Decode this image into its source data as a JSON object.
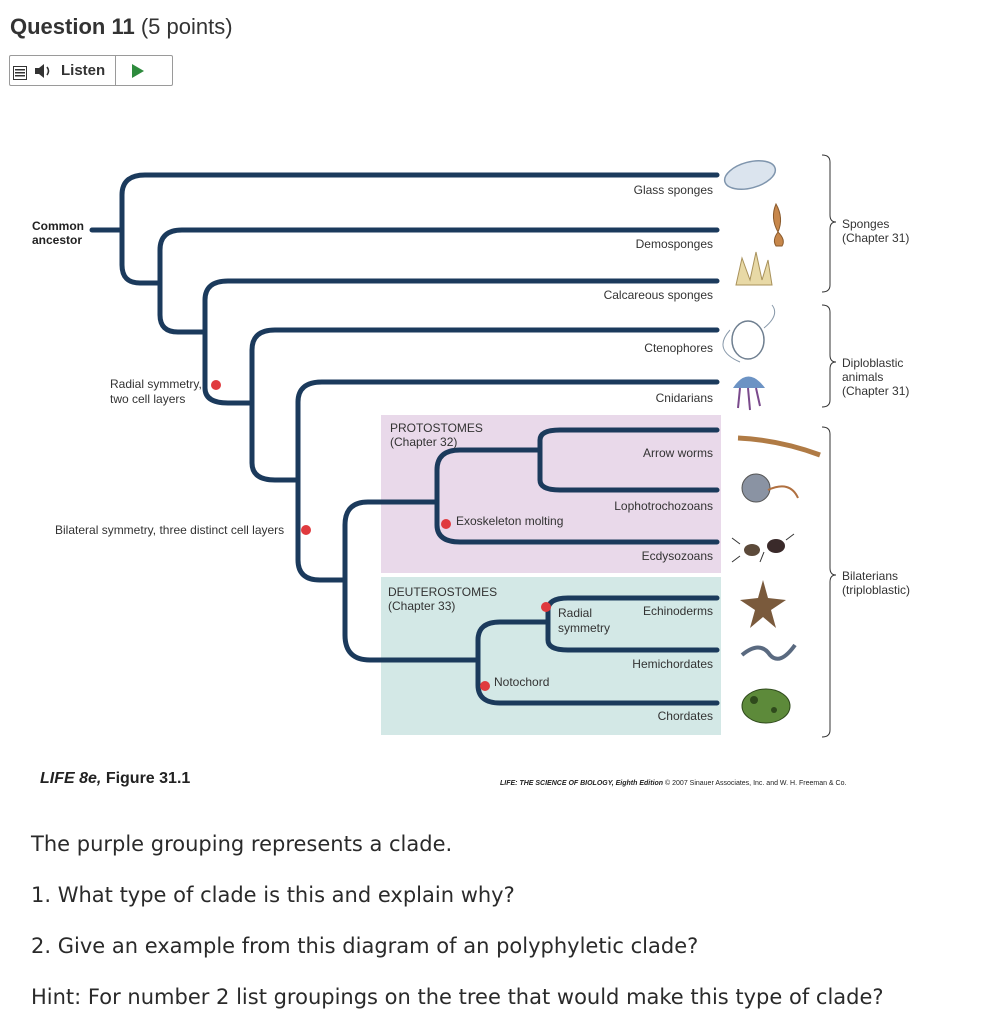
{
  "question": {
    "title": "Question 11",
    "points": "(5 points)"
  },
  "listen": {
    "label": "Listen"
  },
  "figure": {
    "common_ancestor": [
      "Common",
      "ancestor"
    ],
    "taxa": [
      "Glass sponges",
      "Demosponges",
      "Calcareous sponges",
      "Ctenophores",
      "Cnidarians",
      "Arrow worms",
      "Lophotrochozoans",
      "Ecdysozoans",
      "Echinoderms",
      "Hemichordates",
      "Chordates"
    ],
    "traits": {
      "radial_two": [
        "Radial symmetry,",
        "two cell layers"
      ],
      "bilateral": "Bilateral symmetry, three distinct cell layers",
      "exoskeleton": "Exoskeleton molting",
      "radial": [
        "Radial",
        "symmetry"
      ],
      "notochord": "Notochord"
    },
    "groups": {
      "protostomes": [
        "PROTOSTOMES",
        "(Chapter 32)"
      ],
      "deuterostomes": [
        "DEUTEROSTOMES",
        "(Chapter 33)"
      ],
      "sponges": [
        "Sponges",
        "(Chapter 31)"
      ],
      "diploblastic": [
        "Diploblastic",
        "animals",
        "(Chapter 31)"
      ],
      "bilaterians": [
        "Bilaterians",
        "(triploblastic)"
      ]
    },
    "colors": {
      "branch": "#1b3a5c",
      "node": "#e03a3e",
      "protostomes_bg": "#e9d9ea",
      "deuterostomes_bg": "#d3e8e6"
    }
  },
  "caption": {
    "source": "LIFE 8e,",
    "figure": "Figure 31.1",
    "credit_title": "LIFE: THE SCIENCE OF BIOLOGY, Eighth Edition",
    "credit_rest": "© 2007 Sinauer Associates, Inc. and W. H. Freeman & Co."
  },
  "question_text": [
    "The purple grouping represents a clade.",
    "1. What type of clade is this and explain why?",
    "2. Give an example from this diagram of an polyphyletic clade?",
    "Hint: For number 2 list groupings on the tree that would make this type of clade?"
  ]
}
